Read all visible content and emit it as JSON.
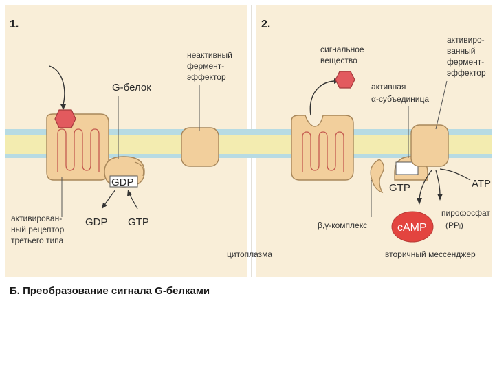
{
  "panels": {
    "one": {
      "number": "1."
    },
    "two": {
      "number": "2."
    }
  },
  "labels": {
    "g_protein": "G-белок",
    "inactive_enzyme": [
      "неактивный",
      "фермент-",
      "эффектор"
    ],
    "gdp_bound": "GDP",
    "gdp_out": "GDP",
    "gtp_in": "GTP",
    "activated_receptor": [
      "активирован-",
      "ный рецептор",
      "третьего типа"
    ],
    "cytoplasm": "цитоплазма",
    "signal_substance": [
      "сигнальное",
      "вещество"
    ],
    "active_alpha": [
      "активная",
      "α-субъединица"
    ],
    "activated_enzyme": [
      "активиро-",
      "ванный",
      "фермент-",
      "эффектор"
    ],
    "gtp_bound": "GTP",
    "atp": "ATP",
    "beta_gamma": "β,γ-комплекс",
    "camp": "cAMP",
    "pyrophosphate": [
      "пирофосфат",
      "(PPᵢ)"
    ],
    "second_messenger": "вторичный мессенджер"
  },
  "caption": "Б. Преобразование сигнала G-белками",
  "colors": {
    "membrane_band": "#f3ecb0",
    "membrane_edge": "#b7dbe3",
    "panel_bg": "#f9eed8",
    "protein_fill": "#f2cf9c",
    "protein_stroke": "#a8875a",
    "ligand": "#e25a5e",
    "camp": "#e3443f"
  }
}
